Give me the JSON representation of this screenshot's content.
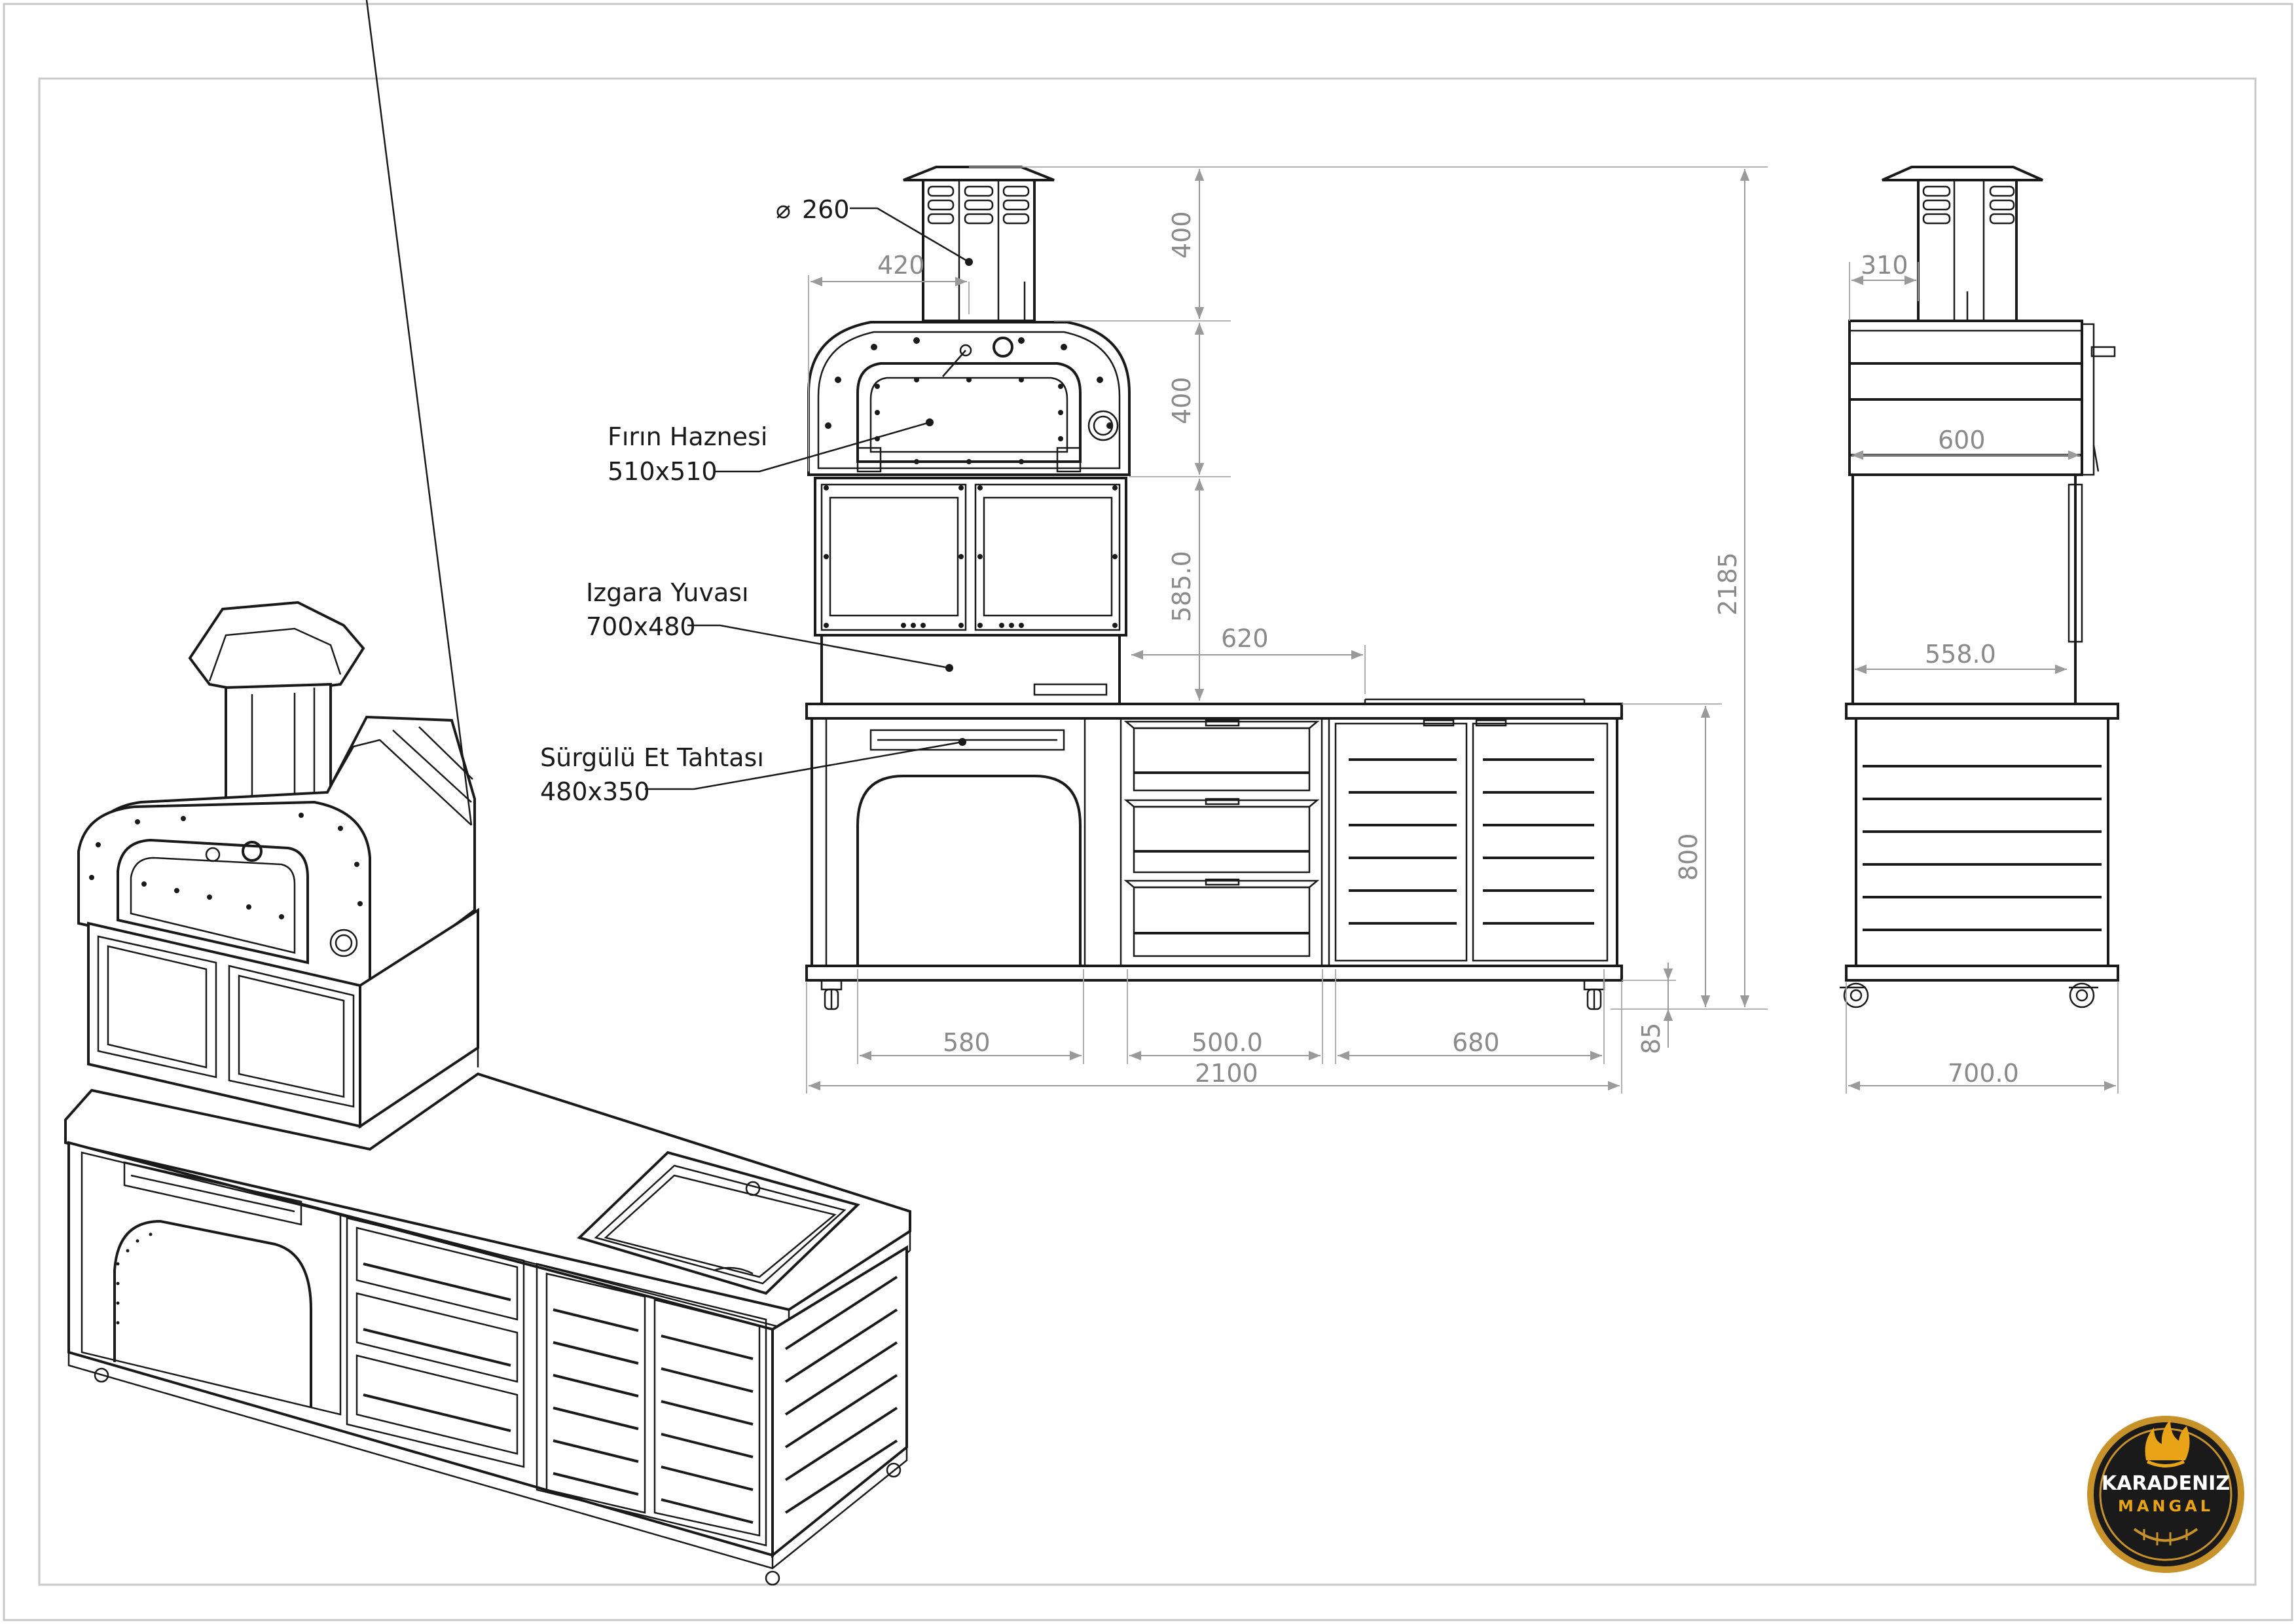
{
  "labels": {
    "chamber_name": "Fırın Haznesi",
    "chamber_size": "510x510",
    "grill_name": "Izgara Yuvası",
    "grill_size": "700x480",
    "board_name": "Sürgülü Et Tahtası",
    "board_size": "480x350",
    "flue_diameter": "260"
  },
  "dimensions": {
    "chimney_offset": "420",
    "chimney_height": "400",
    "dome_height": "400",
    "grill_height": "585.0",
    "total_height": "2185",
    "counter_offset": "620",
    "cabinet_height": "800",
    "caster_height": "85",
    "section_left": "580",
    "section_mid": "500.0",
    "section_right": "680",
    "total_width": "2100",
    "side_chimney": "310",
    "side_oven_depth": "600",
    "side_inner_depth": "558.0",
    "side_total_depth": "700.0"
  },
  "logo": {
    "line1": "KARADENIZ",
    "line2": "MANGAL",
    "colors": {
      "ring": "#c8922a",
      "background": "#1a1a1a",
      "flame": "#e8a317"
    }
  }
}
